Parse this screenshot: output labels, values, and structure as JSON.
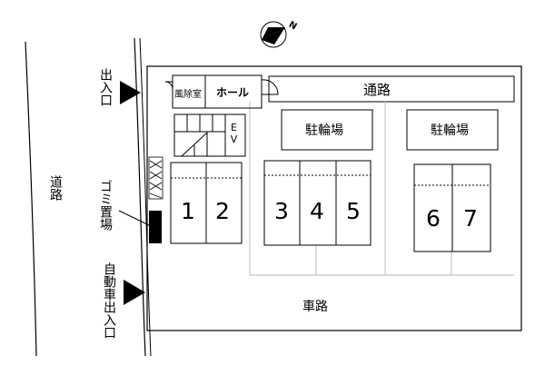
{
  "compass": {
    "label": "N",
    "icon": "north-arrow-icon"
  },
  "roads": {
    "left_road": "道路",
    "top_road": "通路",
    "drive_lane": "車路"
  },
  "entrances": {
    "pedestrian": "出入口",
    "vehicle": "自動車出入口"
  },
  "garbage": {
    "label": "ゴミ置場"
  },
  "building": {
    "windbreak_room": "風除室",
    "hall": "ホール",
    "elevator": "EV"
  },
  "bicycle_parking": {
    "left": "駐輪場",
    "right": "駐輪場"
  },
  "parking_spaces": [
    "1",
    "2",
    "3",
    "4",
    "5",
    "6",
    "7"
  ],
  "colors": {
    "line": "#000000",
    "divider": "#c8c8c8",
    "garbage_fill": "#000000"
  }
}
